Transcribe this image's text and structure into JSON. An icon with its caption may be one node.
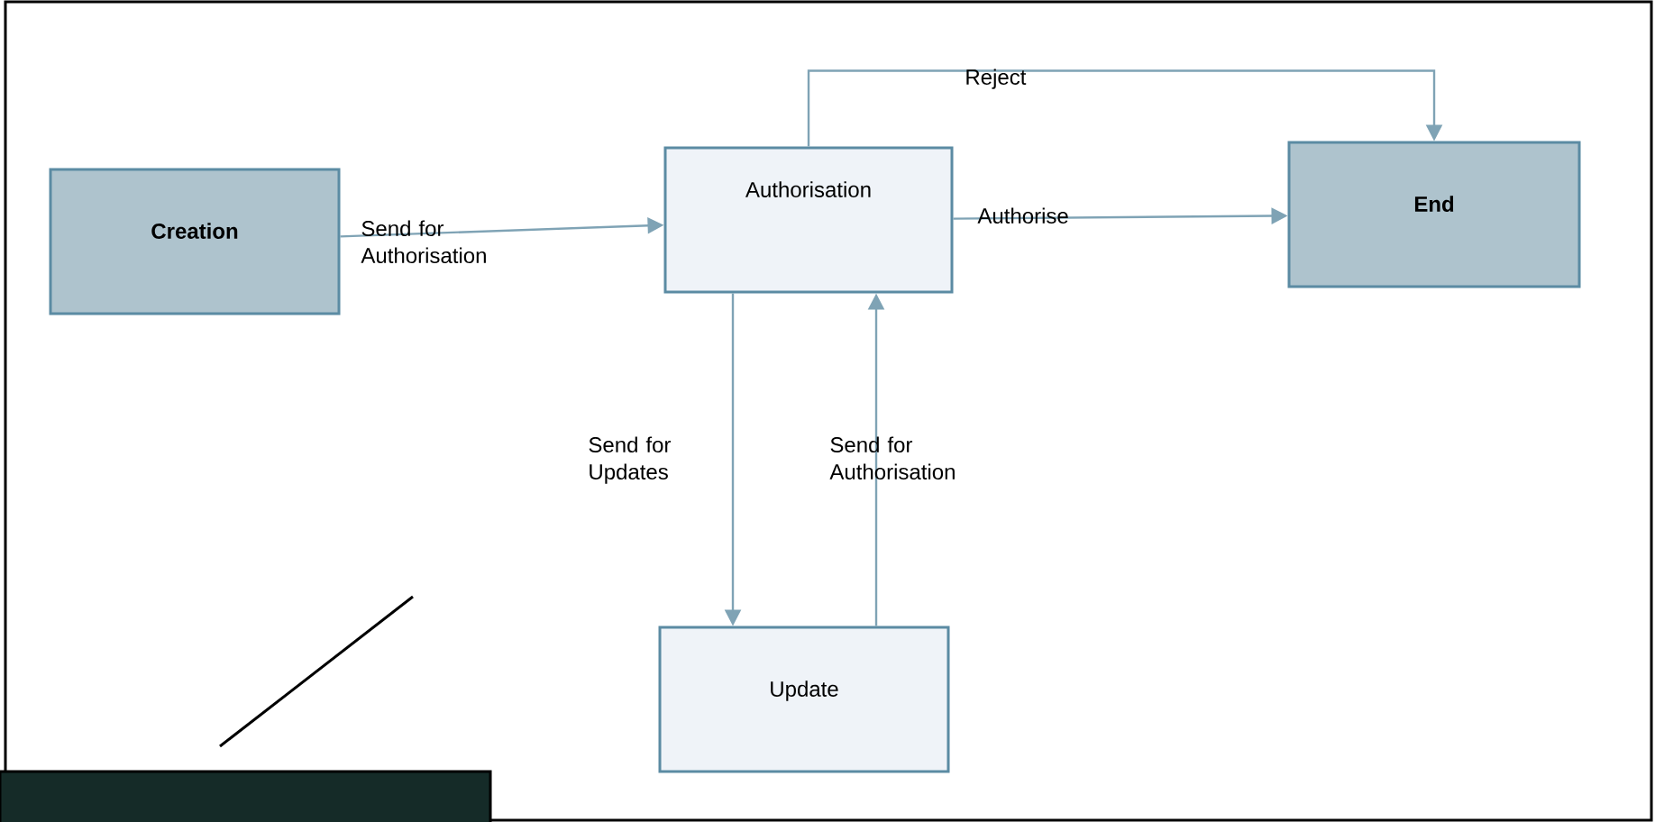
{
  "diagram": {
    "nodes": [
      {
        "text": [
          "Creation"
        ]
      },
      {
        "text": [
          "Authorisation"
        ]
      },
      {
        "text": [
          "End"
        ]
      },
      {
        "text": [
          "Update"
        ]
      }
    ],
    "edges": [
      {
        "from": 0,
        "to": 1,
        "arrow": "to",
        "label": "Send for Authorisation"
      },
      {
        "from": 1,
        "to": 2,
        "arrow": "to",
        "label": "Authorise"
      },
      {
        "from": 1,
        "to": 2,
        "arrow": "to",
        "label": "Reject"
      },
      {
        "from": 1,
        "to": 3,
        "arrow": "to",
        "label": "Send for Updates"
      },
      {
        "from": 3,
        "to": 1,
        "arrow": "to",
        "label": "Send for Authorisation"
      }
    ]
  }
}
